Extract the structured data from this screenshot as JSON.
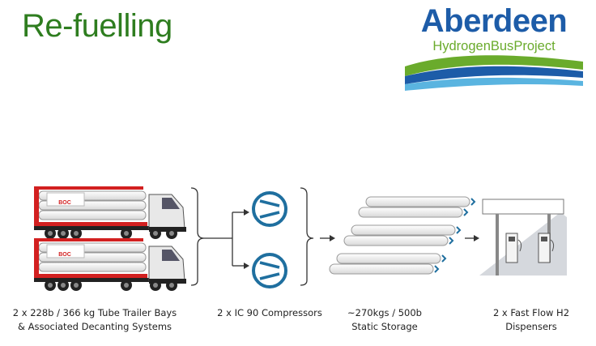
{
  "title": "Re-fuelling",
  "logo": {
    "name": "Aberdeen",
    "sub_part1": "HydrogenBus",
    "sub_part2": "Project"
  },
  "trailer_brand": "BOC",
  "captions": {
    "trailers_line1": "2 x 228b / 366 kg Tube Trailer Bays",
    "trailers_line2": "& Associated Decanting Systems",
    "compressors": "2 x IC 90 Compressors",
    "storage_line1": "~270kgs / 500b",
    "storage_line2": "Static Storage",
    "dispensers_line1": "2 x Fast Flow H2",
    "dispensers_line2": "Dispensers"
  },
  "colors": {
    "title": "#2e7d1f",
    "logo_blue": "#1d5ca8",
    "logo_green": "#6aab2c",
    "compressor": "#1f6f9f",
    "trailer_red": "#d22020"
  }
}
